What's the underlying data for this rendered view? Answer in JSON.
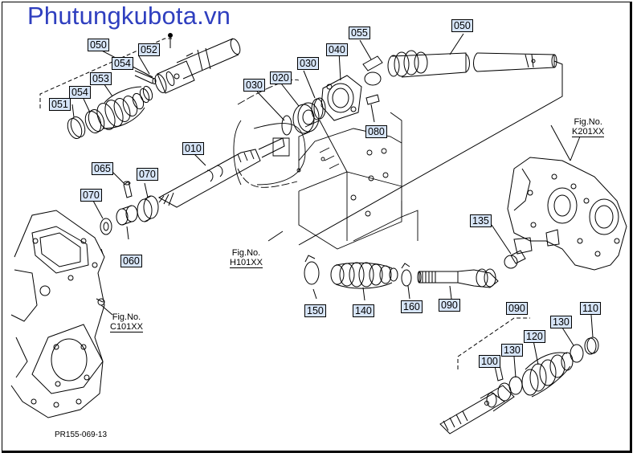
{
  "watermark": "Phutungkubota.vn",
  "diagram_code": "PR155-069-13",
  "parts": [
    {
      "id": "p050a",
      "label": "050"
    },
    {
      "id": "p052",
      "label": "052"
    },
    {
      "id": "p054a",
      "label": "054"
    },
    {
      "id": "p053",
      "label": "053"
    },
    {
      "id": "p054b",
      "label": "054"
    },
    {
      "id": "p051",
      "label": "051"
    },
    {
      "id": "p055",
      "label": "055"
    },
    {
      "id": "p050b",
      "label": "050"
    },
    {
      "id": "p040",
      "label": "040"
    },
    {
      "id": "p030a",
      "label": "030"
    },
    {
      "id": "p020",
      "label": "020"
    },
    {
      "id": "p030b",
      "label": "030"
    },
    {
      "id": "p080",
      "label": "080"
    },
    {
      "id": "p010",
      "label": "010"
    },
    {
      "id": "p065",
      "label": "065"
    },
    {
      "id": "p070a",
      "label": "070"
    },
    {
      "id": "p070b",
      "label": "070"
    },
    {
      "id": "p060",
      "label": "060"
    },
    {
      "id": "p135",
      "label": "135"
    },
    {
      "id": "p150",
      "label": "150"
    },
    {
      "id": "p140",
      "label": "140"
    },
    {
      "id": "p160",
      "label": "160"
    },
    {
      "id": "p090a",
      "label": "090"
    },
    {
      "id": "p090b",
      "label": "090"
    },
    {
      "id": "p110",
      "label": "110"
    },
    {
      "id": "p130a",
      "label": "130"
    },
    {
      "id": "p120",
      "label": "120"
    },
    {
      "id": "p130b",
      "label": "130"
    },
    {
      "id": "p100",
      "label": "100"
    }
  ],
  "figrefs": {
    "k201": {
      "prefix": "Fig.No.",
      "code": "K201XX"
    },
    "h101": {
      "prefix": "Fig.No.",
      "code": "H101XX"
    },
    "c101": {
      "prefix": "Fig.No.",
      "code": "C101XX"
    }
  }
}
